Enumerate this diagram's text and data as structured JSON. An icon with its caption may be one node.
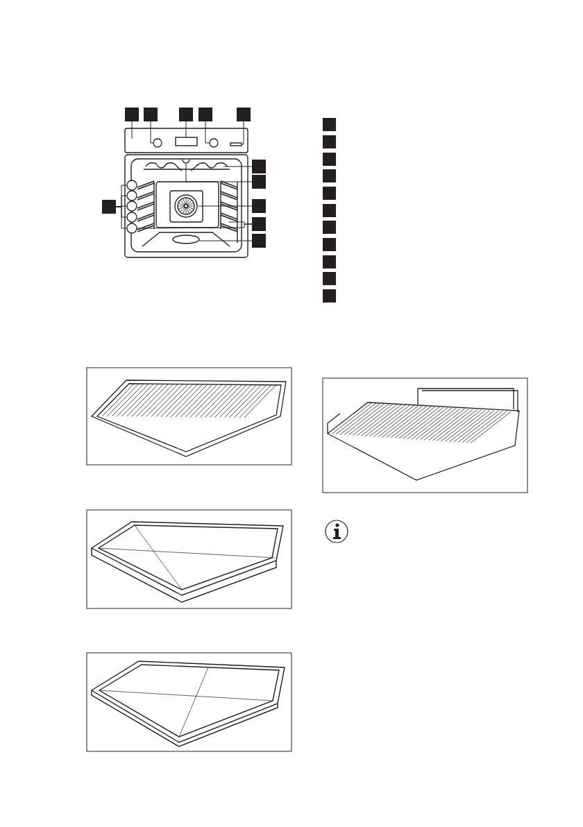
{
  "diagram": {
    "nodes": [
      {
        "text": [],
        "shape": "box"
      },
      {
        "text": [],
        "shape": "box"
      },
      {
        "text": [],
        "shape": "box"
      },
      {
        "text": [],
        "shape": "box"
      },
      {
        "text": [],
        "shape": "box"
      },
      {
        "text": [],
        "shape": "box"
      },
      {
        "text": [],
        "shape": "box"
      },
      {
        "text": [],
        "shape": "box"
      },
      {
        "text": [],
        "shape": "box"
      },
      {
        "text": [],
        "shape": "box"
      },
      {
        "text": [],
        "shape": "box"
      },
      {
        "text": [],
        "shape": "circle"
      },
      {
        "text": [],
        "shape": "circle"
      },
      {
        "text": [],
        "shape": "circle"
      },
      {
        "text": [],
        "shape": "circle"
      },
      {
        "text": [],
        "shape": "circle"
      },
      {
        "text": [],
        "shape": "box"
      },
      {
        "text": [],
        "shape": "box"
      },
      {
        "text": [],
        "shape": "box"
      },
      {
        "text": [],
        "shape": "box"
      },
      {
        "text": [],
        "shape": "box"
      },
      {
        "text": [],
        "shape": "box"
      },
      {
        "text": [],
        "shape": "box"
      },
      {
        "text": [],
        "shape": "box"
      },
      {
        "text": [],
        "shape": "box"
      },
      {
        "text": [],
        "shape": "box"
      },
      {
        "text": [],
        "shape": "box"
      },
      {
        "text": [],
        "shape": "circle"
      },
      {
        "text": [],
        "shape": "circle"
      }
    ],
    "edges": [
      {
        "from": 0,
        "to": null,
        "arrow": "none"
      },
      {
        "from": 1,
        "to": 27,
        "arrow": "none"
      },
      {
        "from": 2,
        "to": null,
        "arrow": "none"
      },
      {
        "from": 3,
        "to": 28,
        "arrow": "none"
      },
      {
        "from": 4,
        "to": null,
        "arrow": "none"
      },
      {
        "from": 5,
        "to": null,
        "arrow": "none"
      },
      {
        "from": 6,
        "to": null,
        "arrow": "none"
      },
      {
        "from": 7,
        "to": null,
        "arrow": "none"
      },
      {
        "from": 8,
        "to": null,
        "arrow": "none"
      },
      {
        "from": 8,
        "to": 15,
        "arrow": "none"
      },
      {
        "from": 9,
        "to": null,
        "arrow": "none"
      },
      {
        "from": 10,
        "to": 11,
        "arrow": "none"
      },
      {
        "from": 10,
        "to": 12,
        "arrow": "none"
      },
      {
        "from": 10,
        "to": 13,
        "arrow": "none"
      },
      {
        "from": 10,
        "to": 14,
        "arrow": "none"
      },
      {
        "from": 10,
        "to": 15,
        "arrow": "none"
      }
    ]
  }
}
